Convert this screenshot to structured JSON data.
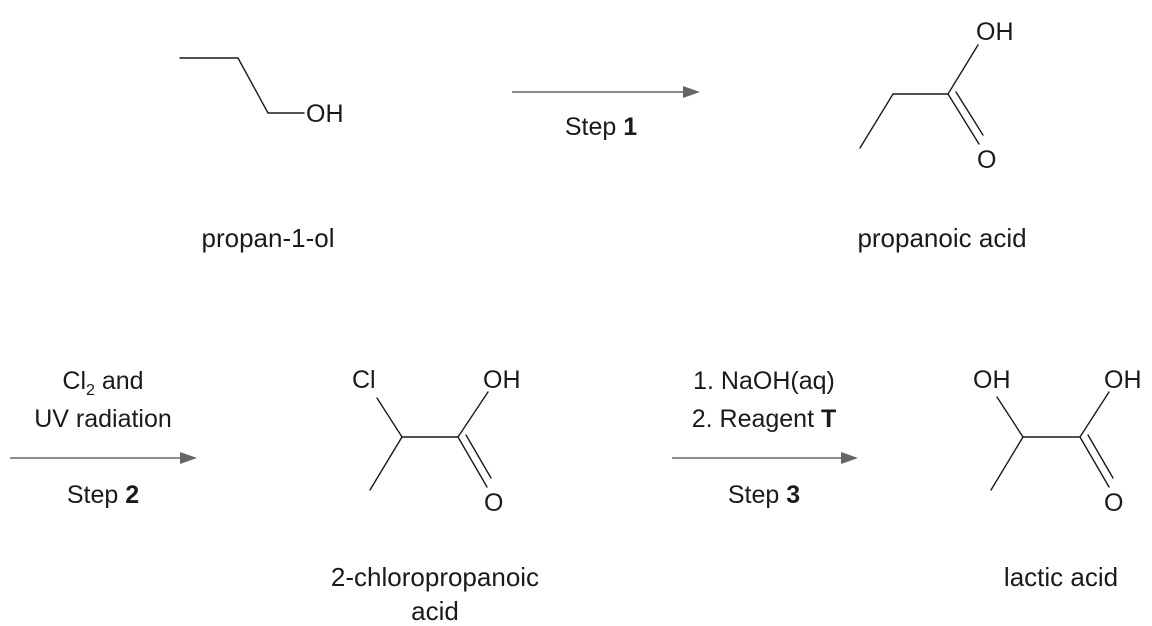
{
  "compounds": {
    "propanol": {
      "name": "propan-1-ol",
      "oh": "OH"
    },
    "propanoic": {
      "name": "propanoic acid",
      "oh": "OH",
      "o": "O"
    },
    "chloro": {
      "name_line1": "2-chloropropanoic",
      "name_line2": "acid",
      "cl": "Cl",
      "oh": "OH",
      "o": "O"
    },
    "lactic": {
      "name": "lactic acid",
      "oh_alpha": "OH",
      "oh_acid": "OH",
      "o": "O"
    }
  },
  "steps": {
    "step1": {
      "label": "Step ",
      "num": "1"
    },
    "step2": {
      "cond_cl": "Cl",
      "cond_sub": "2",
      "cond_and": " and",
      "cond_line2": "UV radiation",
      "label": "Step ",
      "num": "2"
    },
    "step3": {
      "cond_line1": "1. NaOH(aq)",
      "cond_line2_prefix": "2. Reagent ",
      "cond_line2_bold": "T",
      "label": "Step ",
      "num": "3"
    }
  },
  "colors": {
    "arrow": "#666666",
    "ink": "#1a1a1a"
  }
}
